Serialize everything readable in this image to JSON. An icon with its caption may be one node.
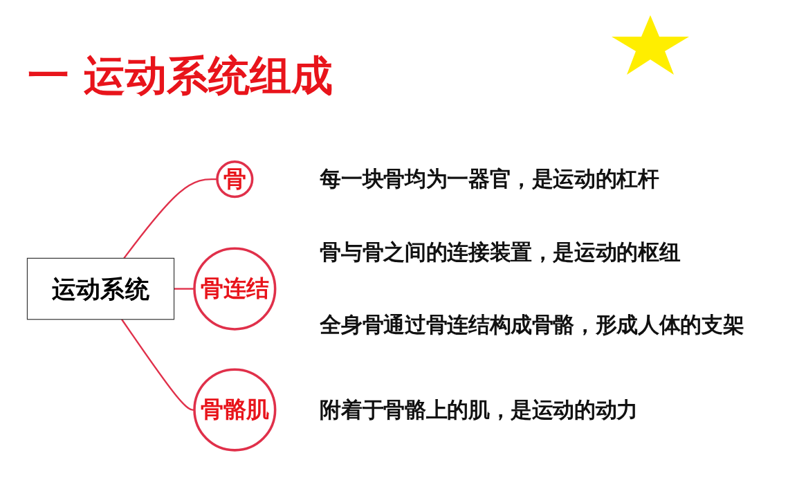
{
  "diagram": {
    "title": "一 运动系统组成",
    "nodes": [
      {
        "text": [
          "运动系统"
        ]
      },
      {
        "text": [
          "骨"
        ],
        "beside": [
          "每一块骨均为一器官，是运动的杠杆"
        ]
      },
      {
        "text": [
          "骨连结"
        ],
        "beside": [
          "骨与骨之间的连接装置，是运动的枢纽",
          "全身骨通过骨连结构成**骨骼**，形成人体的支架"
        ]
      },
      {
        "text": [
          "骨骼肌"
        ],
        "beside": [
          "附着于骨骼上的肌，是运动的动力"
        ]
      }
    ],
    "edges": [
      {
        "from": 0,
        "to": 1,
        "arrow": "none"
      },
      {
        "from": 0,
        "to": 2,
        "arrow": "none"
      },
      {
        "from": 0,
        "to": 3,
        "arrow": "none"
      }
    ]
  }
}
